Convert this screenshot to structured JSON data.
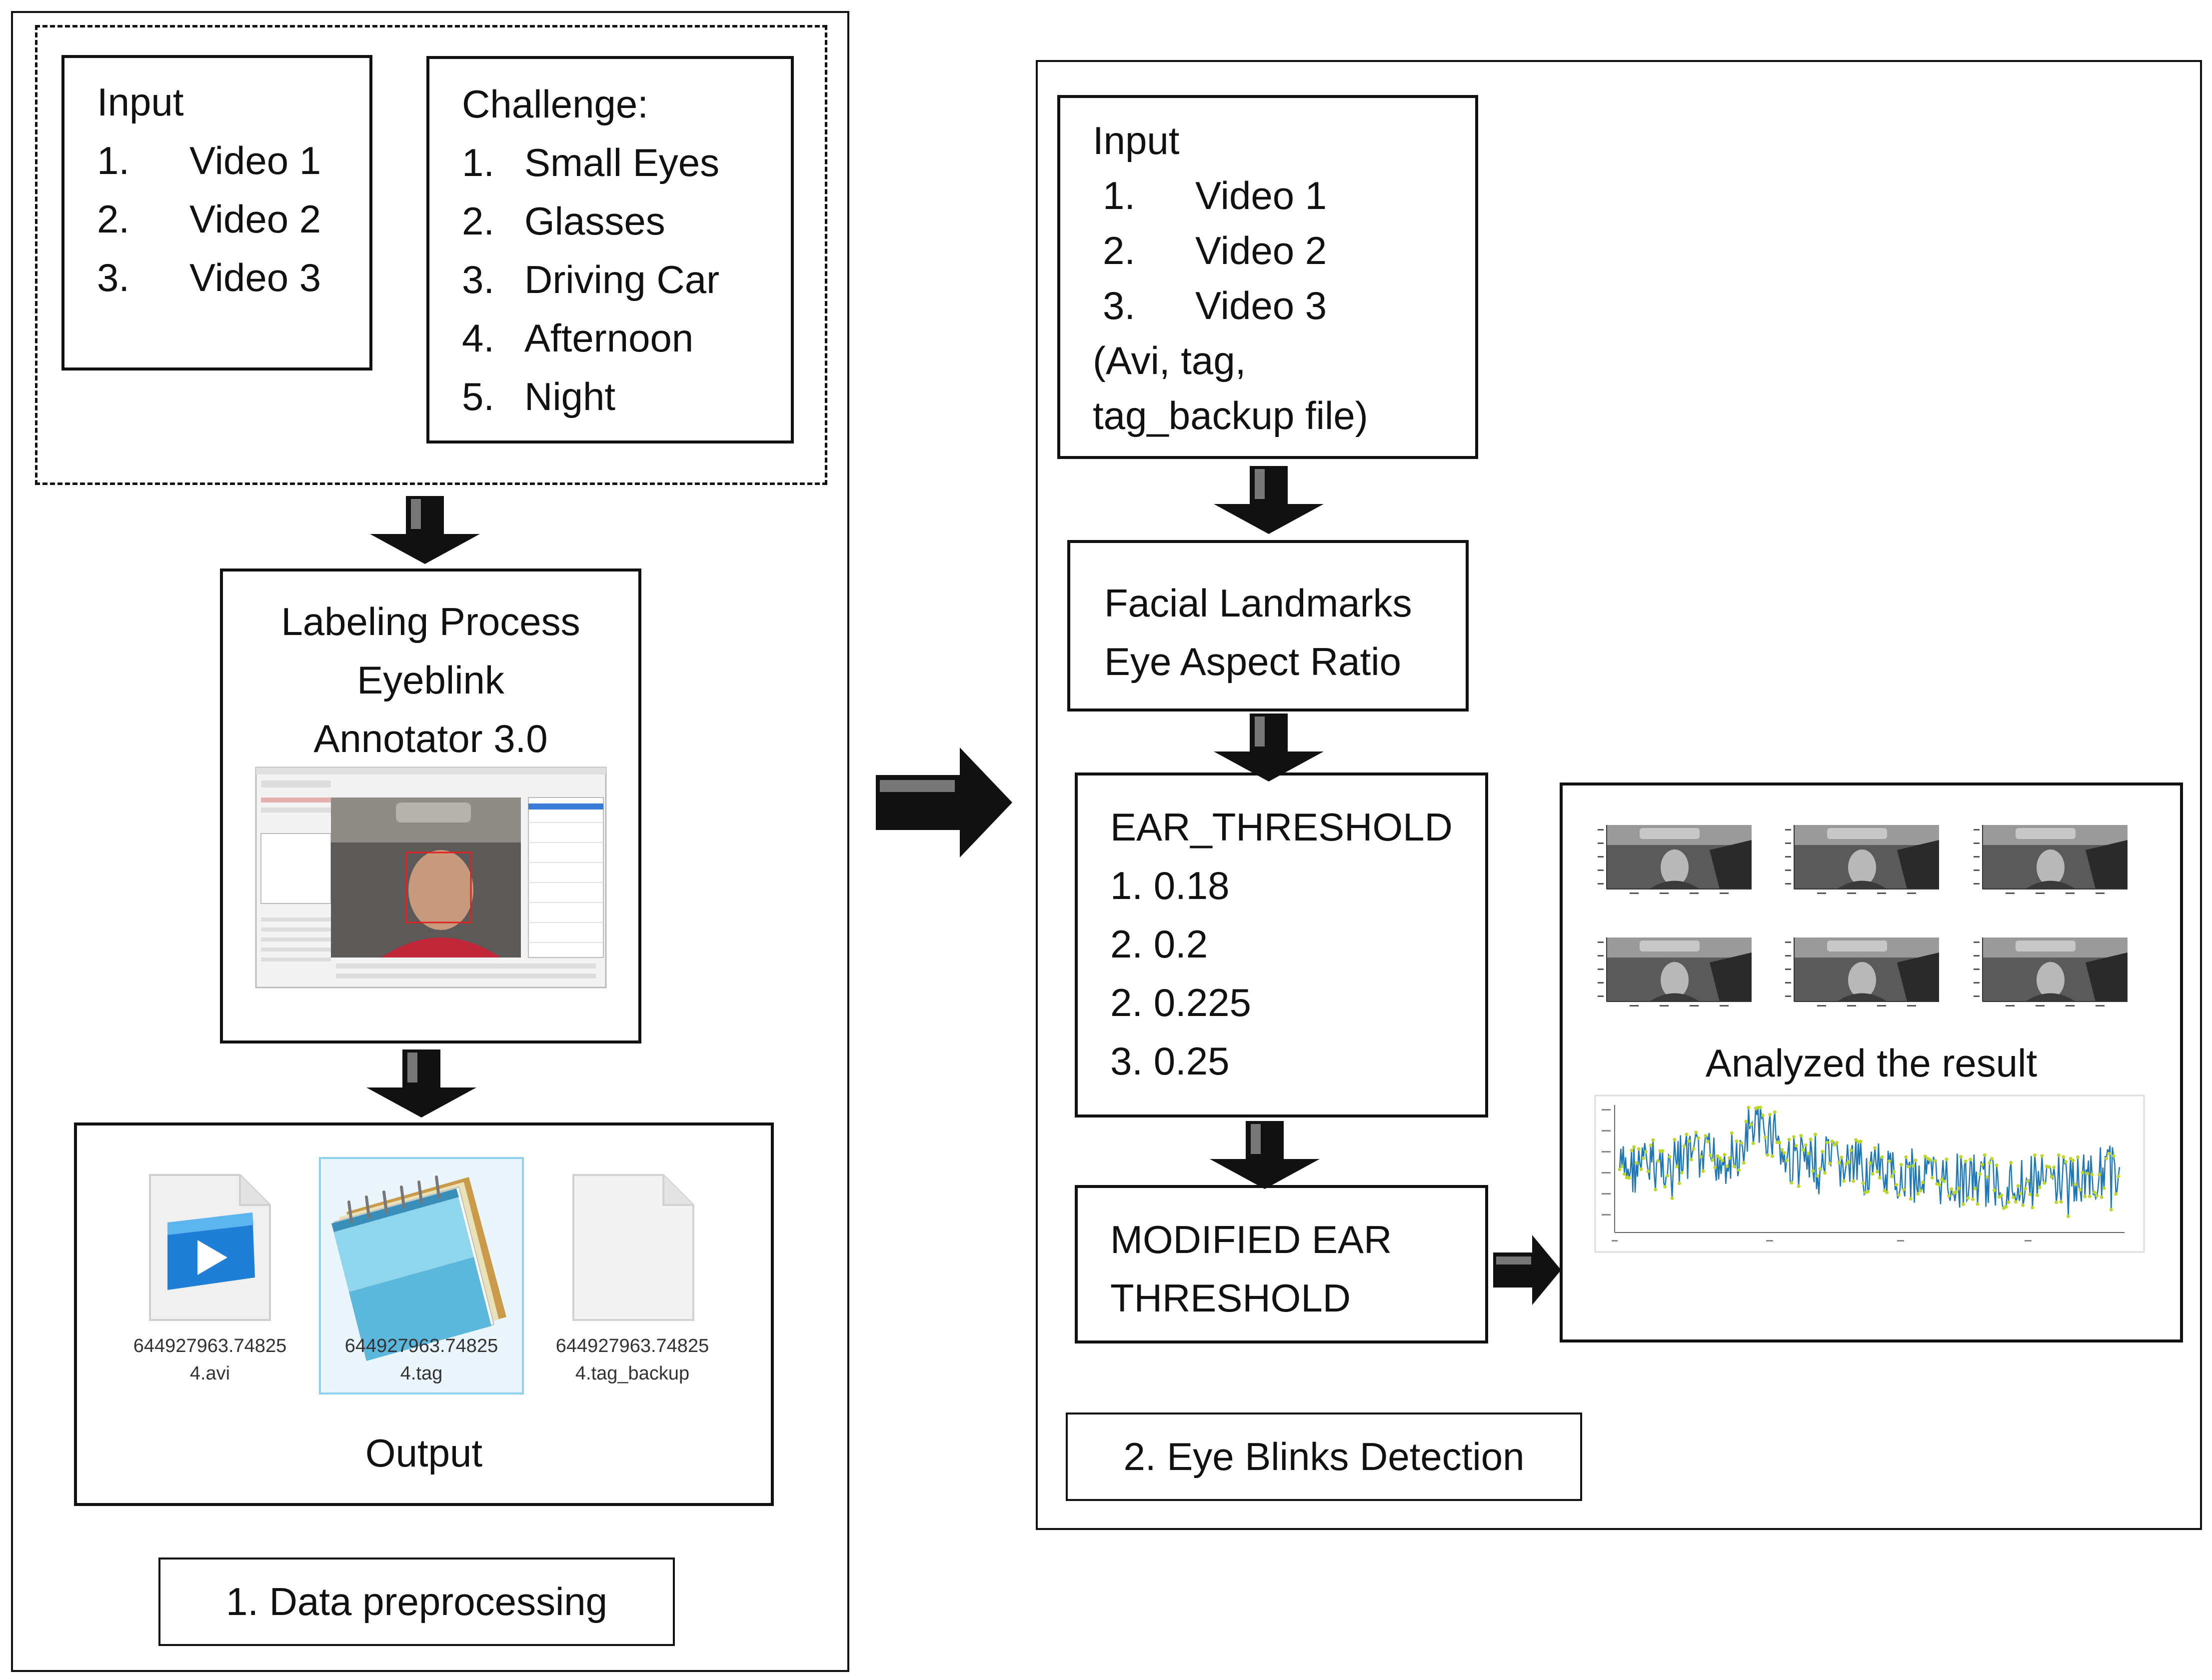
{
  "panel1": {
    "input": {
      "title": "Input",
      "items": [
        {
          "num": "1.",
          "label": "Video 1"
        },
        {
          "num": "2.",
          "label": "Video 2"
        },
        {
          "num": "3.",
          "label": "Video 3"
        }
      ]
    },
    "challenge": {
      "title": "Challenge:",
      "items": [
        {
          "num": "1.",
          "label": "Small Eyes"
        },
        {
          "num": "2.",
          "label": "Glasses"
        },
        {
          "num": "3.",
          "label": "Driving Car"
        },
        {
          "num": "4.",
          "label": "Afternoon"
        },
        {
          "num": "5.",
          "label": "Night"
        }
      ]
    },
    "labeling": {
      "lines": [
        "Labeling Process",
        "Eyeblink",
        "Annotator 3.0"
      ]
    },
    "output": {
      "files": [
        {
          "name_line1": "644927963.74825",
          "name_line2": "4.avi",
          "icon": "video-file-icon"
        },
        {
          "name_line1": "644927963.74825",
          "name_line2": "4.tag",
          "icon": "notepad-icon"
        },
        {
          "name_line1": "644927963.74825",
          "name_line2": "4.tag_backup",
          "icon": "blank-file-icon"
        }
      ],
      "label": "Output"
    },
    "caption": "1. Data preprocessing"
  },
  "panel2": {
    "input": {
      "title": "Input",
      "items": [
        {
          "num": "1.",
          "label": "Video 1"
        },
        {
          "num": "2.",
          "label": "Video 2"
        },
        {
          "num": "3.",
          "label": "Video 3"
        }
      ],
      "note_line1": "(Avi, tag,",
      "note_line2": "tag_backup file)"
    },
    "landmarks": {
      "line1": "Facial Landmarks",
      "line2": "Eye Aspect Ratio"
    },
    "threshold": {
      "title": "EAR_THRESHOLD",
      "items": [
        "1. 0.18",
        "2. 0.2",
        "2. 0.225",
        "3. 0.25"
      ]
    },
    "modified": {
      "line1": "MODIFIED EAR",
      "line2": "THRESHOLD"
    },
    "result": {
      "label": "Analyzed the result"
    },
    "caption": "2. Eye Blinks Detection"
  },
  "colors": {
    "line": "#111111",
    "video_blue": "#1f7fd6",
    "signal_teal": "#1f77b4",
    "signal_green": "#bcd629"
  }
}
